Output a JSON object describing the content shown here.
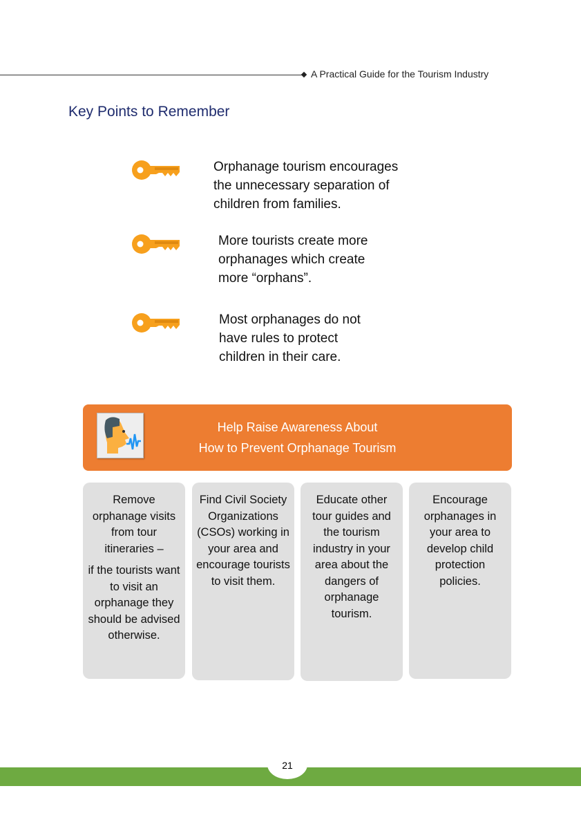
{
  "header": {
    "running_title": "A Practical Guide for the Tourism Industry"
  },
  "section_title": "Key Points to Remember",
  "key_points": [
    {
      "icon": "key-icon",
      "lines": [
        "Orphanage tourism encourages",
        "the unnecessary separation of",
        "children from families."
      ]
    },
    {
      "icon": "key-icon",
      "lines": [
        "More tourists create more",
        "orphanages which create",
        "more “orphans”."
      ]
    },
    {
      "icon": "key-icon",
      "lines": [
        "Most orphanages do not",
        "have rules to protect",
        "children in their care."
      ]
    }
  ],
  "banner": {
    "icon": "speaking-person-icon",
    "line1": "Help Raise Awareness About",
    "line2": "How  to Prevent Orphanage Tourism",
    "color": "#ed7d31"
  },
  "cards": [
    {
      "p1": "Remove orphanage visits from tour itineraries –",
      "p2": "if the tourists want to visit an orphanage they should be advised otherwise."
    },
    {
      "p1": "Find Civil Society Organizations (CSOs) working in your area and encourage tourists to visit them."
    },
    {
      "p1": "Educate other tour guides and the tourism industry in your area about the dangers of orphanage tourism."
    },
    {
      "p1": "Encourage orphanages in your area to develop child protection policies."
    }
  ],
  "footer": {
    "page_number": "21",
    "bar_color": "#6eaa41"
  }
}
